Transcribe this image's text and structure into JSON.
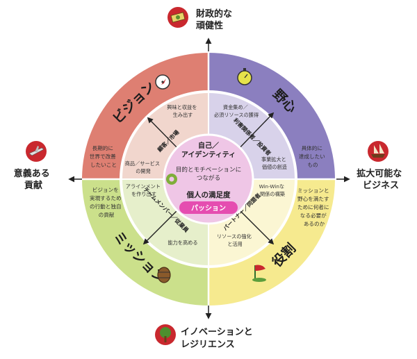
{
  "colors": {
    "red_quadrant": "#de7f72",
    "purple_quadrant": "#8b7fbf",
    "yellow_quadrant": "#f6ea8f",
    "green_quadrant": "#cbe08b",
    "center": "#efc6e6",
    "passion": "#e54db0",
    "dark": "#222222",
    "icon_red": "#c9282e"
  },
  "directions": {
    "top": {
      "lines": [
        "財政的な",
        "頑健性"
      ],
      "icon": "money-icon"
    },
    "right": {
      "lines": [
        "拡大可能な",
        "ビジネス"
      ],
      "icon": "ship-icon"
    },
    "bottom": {
      "lines": [
        "イノベーションと",
        "レジリエンス"
      ],
      "icon": "tree-icon"
    },
    "left": {
      "lines": [
        "意義ある",
        "貢献"
      ],
      "icon": "plane-icon"
    }
  },
  "quadrants": {
    "vision": {
      "title": "ビジョン",
      "icon": "compass-icon"
    },
    "ambition": {
      "title": "野心",
      "icon": "stopwatch-icon"
    },
    "mission": {
      "title": "ミッション",
      "icon": "barrel-icon"
    },
    "role": {
      "title": "役割",
      "icon": "flag-icon"
    }
  },
  "outer_texts": {
    "vision": [
      "長期的に",
      "世界で改善",
      "したいこと"
    ],
    "ambition": [
      "具体的に",
      "達成したい",
      "もの"
    ],
    "mission": [
      "ビジョンを",
      "実現するため",
      "の行動と独自",
      "の貢献"
    ],
    "role": [
      "ミッションと",
      "野心を満たす",
      "ために何者に",
      "なる必要が",
      "あるのか"
    ]
  },
  "middle_texts": {
    "vision_top": [
      "興味と収益を",
      "生み出す"
    ],
    "vision_left": [
      "商品／サービス",
      "の開発"
    ],
    "ambition_top": [
      "資金集め／",
      "必須リソースの獲得"
    ],
    "ambition_right": [
      "事業拡大と",
      "価値の創造"
    ],
    "mission_left": [
      "アラインメント",
      "を作り出す"
    ],
    "mission_bottom": [
      "能力を高める"
    ],
    "role_right": [
      "Win-Winな",
      "関係の構築"
    ],
    "role_bottom": [
      "リソースの強化",
      "と活用"
    ]
  },
  "band_labels": {
    "vision": "顧客／市場",
    "ambition": "利害関係者／投資者",
    "mission": "チームメンバー／従業員",
    "role": "パートナー／同盟者"
  },
  "center": {
    "identity_lines": [
      "自己／",
      "アイデンティティ"
    ],
    "motivation_lines": [
      "目的とモチベーションに",
      "つながる"
    ],
    "satisfaction": "個人の満足度",
    "passion": "パッション"
  }
}
